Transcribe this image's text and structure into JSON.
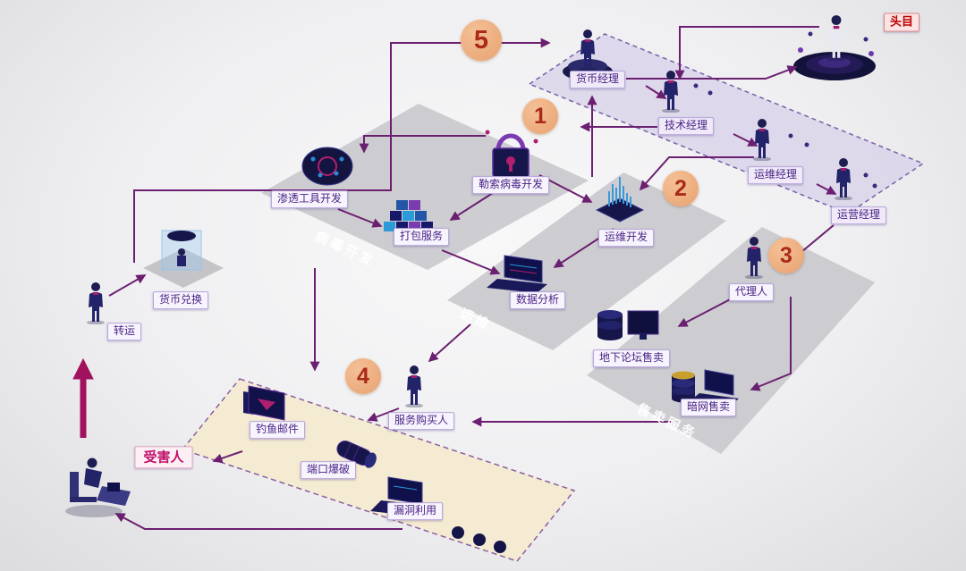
{
  "diagram": {
    "badges": {
      "step1": "1",
      "step2": "2",
      "step3": "3",
      "step4": "4",
      "step5": "5"
    },
    "nodes": {
      "boss": "头目",
      "currency_manager": "货币经理",
      "tech_manager": "技术经理",
      "maintenance_manager": "运维经理",
      "operation_manager": "运营经理",
      "pen_tool_dev": "渗透工具开发",
      "ransomware_dev": "勒索病毒开发",
      "packaging_service": "打包服务",
      "ops_dev": "运维开发",
      "data_analysis": "数据分析",
      "agent": "代理人",
      "underground_forum_sale": "地下论坛售卖",
      "darkweb_sale": "暗网售卖",
      "currency_exchange": "货币兑换",
      "transfer": "转运",
      "victim": "受害人",
      "service_buyer": "服务购买人",
      "phishing_mail": "钓鱼邮件",
      "port_blast": "端口爆破",
      "exploit": "漏洞利用"
    },
    "platform_labels": {
      "virus_dev": "病毒开发",
      "ops": "运维",
      "sales": "售卖服务"
    },
    "colors": {
      "accent_purple": "#4a2386",
      "boss_red": "#c00000",
      "victim_red": "#c2106a",
      "badge_bg": "#e8a270",
      "badge_text": "#aa2a1a",
      "arrow": "#6b1f70",
      "arrow_magenta": "#a1125e",
      "platform_gray": "#c7c7cc",
      "manager_band": "#d8d2e8",
      "attack_band": "#f4ebd0"
    }
  }
}
